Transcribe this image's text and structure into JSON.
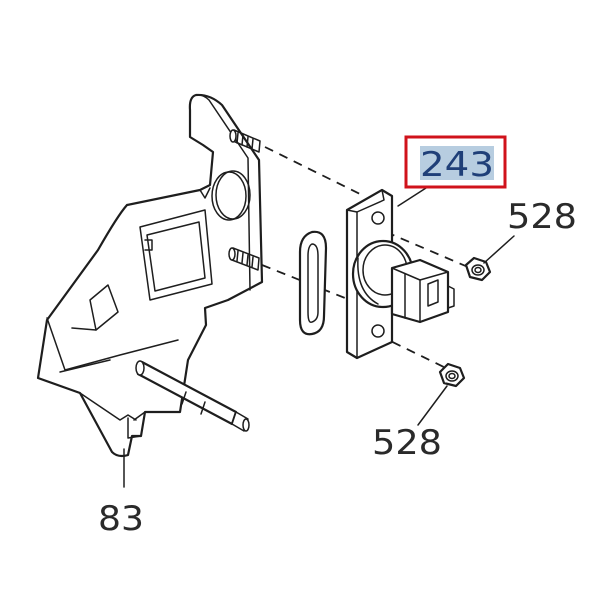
{
  "callouts": {
    "highlighted": {
      "number": "243",
      "highlight_fill": "#b7cde0",
      "box_color": "#d0121b"
    },
    "nut_top": {
      "number": "528"
    },
    "nut_bottom": {
      "number": "528"
    },
    "shaft_clip": {
      "number": "83"
    }
  }
}
